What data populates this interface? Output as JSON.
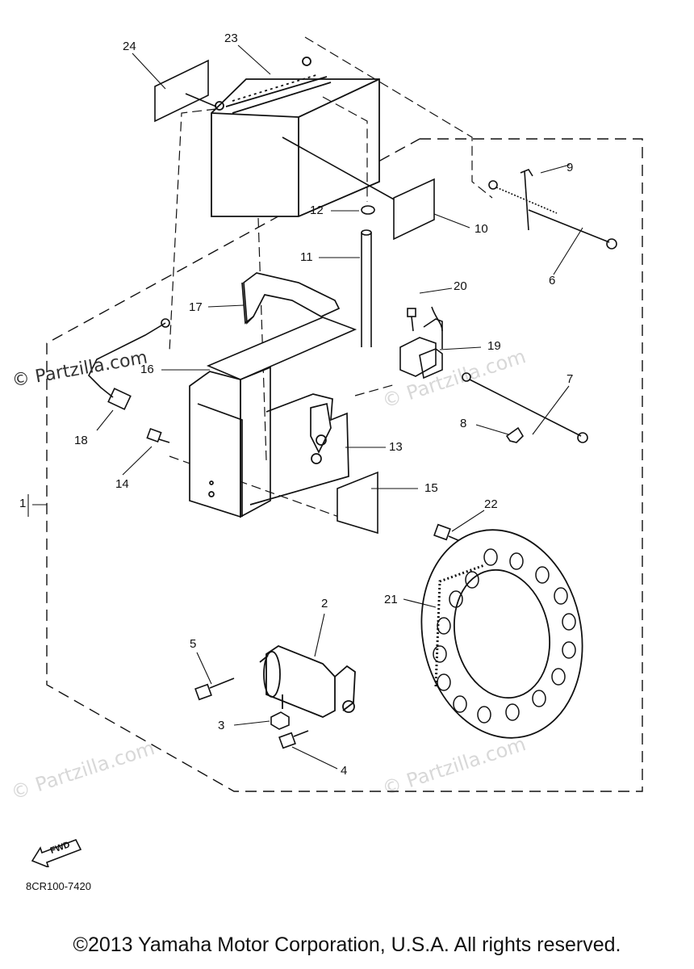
{
  "diagram": {
    "callouts": [
      "1",
      "2",
      "3",
      "4",
      "5",
      "6",
      "7",
      "8",
      "9",
      "10",
      "11",
      "12",
      "13",
      "14",
      "15",
      "16",
      "17",
      "18",
      "19",
      "20",
      "21",
      "22",
      "23",
      "24"
    ],
    "code": "8CR100-7420",
    "fwd_label": "FWD",
    "copyright": "©2013 Yamaha Motor Corporation, U.S.A. All rights reserved."
  },
  "watermarks": {
    "main": "© Partzilla.com",
    "faint": "© Partzilla.com"
  }
}
